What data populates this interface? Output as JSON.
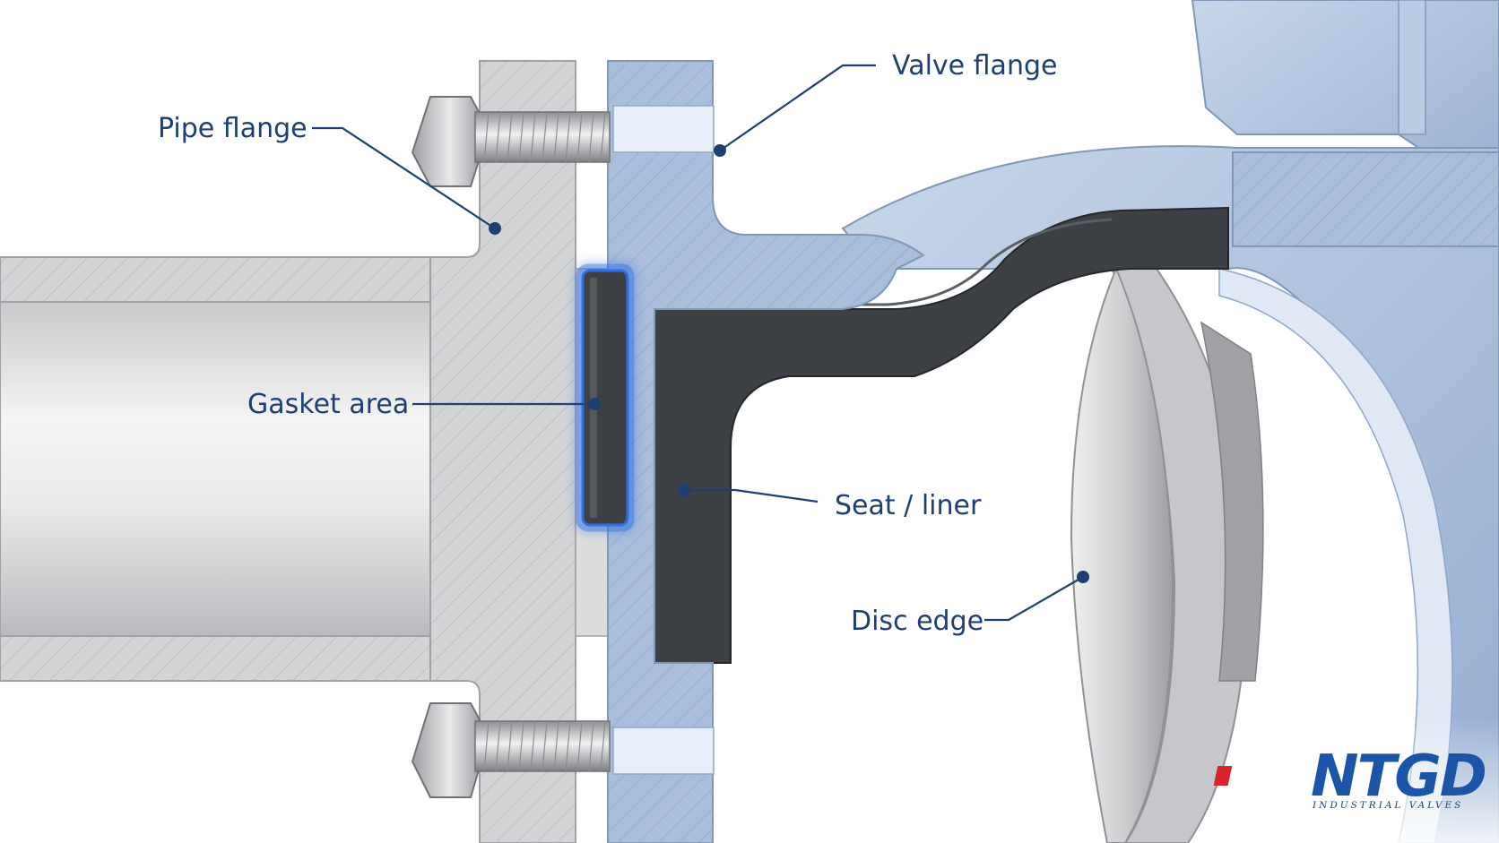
{
  "labels": {
    "pipe_flange": "Pipe flange",
    "valve_flange": "Valve flange",
    "gasket_area": "Gasket area",
    "seat_liner": "Seat / liner",
    "disc_edge": "Disc edge"
  },
  "logo": {
    "mark": "NTGD",
    "tagline": "INDUSTRIAL VALVES"
  },
  "colors": {
    "label_text": "#1f3f73",
    "pipe_steel": "#d9dadc",
    "valve_body_blue": "#a9bfdc",
    "liner_dark": "#3d4045",
    "gasket_highlight": "#2f6fe0",
    "logo_blue": "#1b55a8",
    "logo_red": "#d8232a"
  },
  "icons": [
    "bolt-icon",
    "nut-icon",
    "brand-logo"
  ]
}
